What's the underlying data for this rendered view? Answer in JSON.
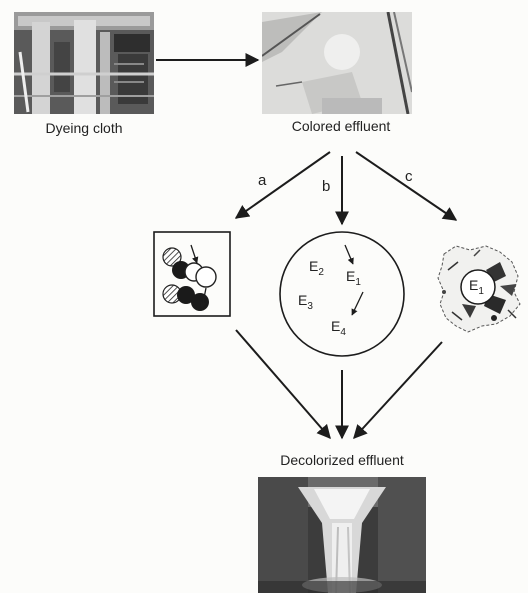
{
  "labels": {
    "dyeing_cloth": "Dyeing cloth",
    "colored_effluent": "Colored effluent",
    "decolorized_effluent": "Decolorized effluent"
  },
  "pathways": [
    "a",
    "b",
    "c"
  ],
  "enzymes": {
    "e2": {
      "base": "E",
      "sub": "2"
    },
    "e1": {
      "base": "E",
      "sub": "1"
    },
    "e3": {
      "base": "E",
      "sub": "3"
    },
    "e4": {
      "base": "E",
      "sub": "4"
    },
    "e1_right": {
      "base": "E",
      "sub": "1"
    }
  },
  "colors": {
    "ink": "#1c1c1c",
    "paper": "#fcfcfa"
  }
}
